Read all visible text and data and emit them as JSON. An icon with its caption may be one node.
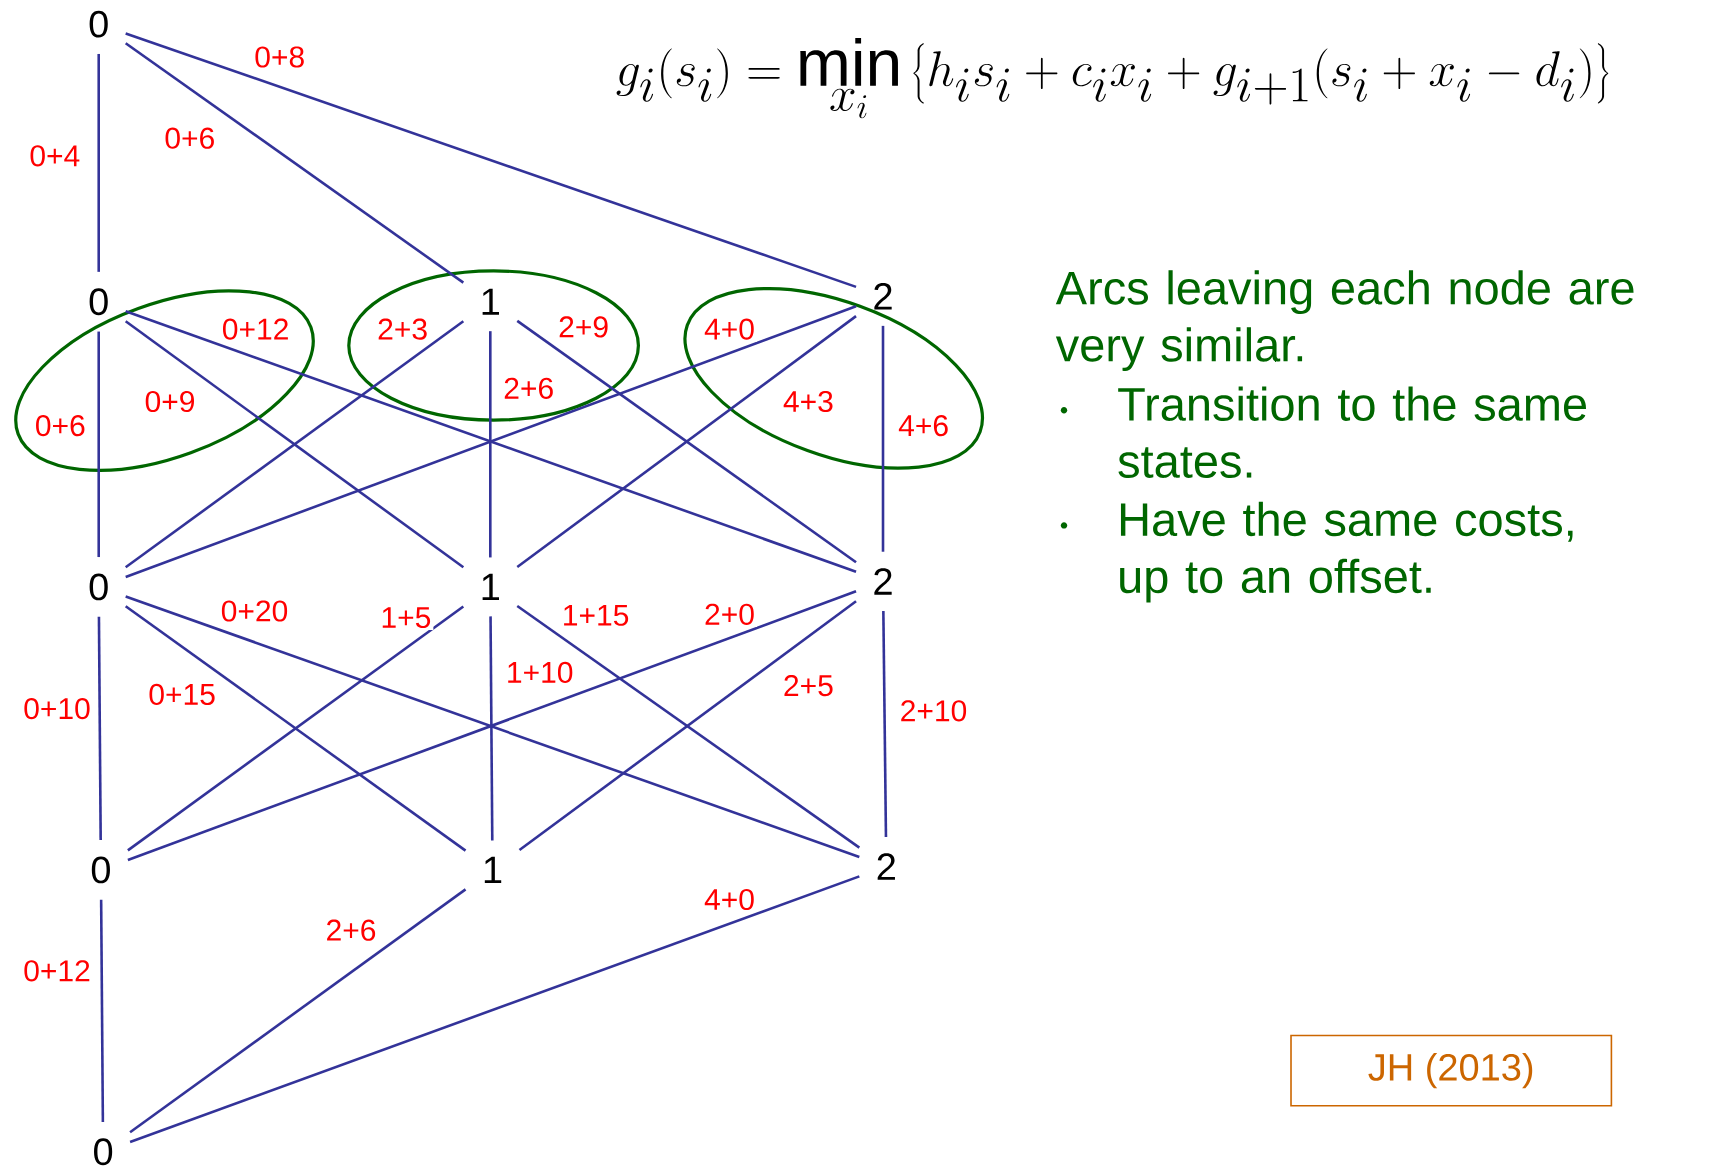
{
  "diagram": {
    "nodes": [
      {
        "text": [
          "0"
        ]
      },
      {
        "text": [
          "0"
        ]
      },
      {
        "text": [
          "1"
        ]
      },
      {
        "text": [
          "2"
        ]
      },
      {
        "text": [
          "0"
        ]
      },
      {
        "text": [
          "1"
        ]
      },
      {
        "text": [
          "2"
        ]
      },
      {
        "text": [
          "0"
        ]
      },
      {
        "text": [
          "1"
        ]
      },
      {
        "text": [
          "2"
        ]
      },
      {
        "text": [
          "0"
        ]
      },
      {
        "text": [
          "JH (2013)"
        ]
      }
    ],
    "edges": [
      {
        "from": 0,
        "to": 1,
        "arrow": "none",
        "label": "0+4"
      },
      {
        "from": 0,
        "to": 2,
        "arrow": "none",
        "label": "0+6"
      },
      {
        "from": 0,
        "to": 3,
        "arrow": "none",
        "label": "0+8"
      },
      {
        "from": 1,
        "to": 4,
        "arrow": "none",
        "label": "0+6"
      },
      {
        "from": 1,
        "to": 5,
        "arrow": "none",
        "label": "0+9"
      },
      {
        "from": 1,
        "to": 6,
        "arrow": "none",
        "label": "0+12"
      },
      {
        "from": 2,
        "to": 4,
        "arrow": "none",
        "label": "2+3"
      },
      {
        "from": 2,
        "to": 5,
        "arrow": "none",
        "label": "2+6"
      },
      {
        "from": 2,
        "to": 6,
        "arrow": "none",
        "label": "2+9"
      },
      {
        "from": 3,
        "to": 4,
        "arrow": "none",
        "label": "4+0"
      },
      {
        "from": 3,
        "to": 5,
        "arrow": "none",
        "label": "4+3"
      },
      {
        "from": 3,
        "to": 6,
        "arrow": "none",
        "label": "4+6"
      },
      {
        "from": 4,
        "to": 7,
        "arrow": "none",
        "label": "0+10"
      },
      {
        "from": 4,
        "to": 8,
        "arrow": "none",
        "label": "0+15"
      },
      {
        "from": 4,
        "to": 9,
        "arrow": "none",
        "label": "0+20"
      },
      {
        "from": 5,
        "to": 7,
        "arrow": "none",
        "label": "1+5"
      },
      {
        "from": 5,
        "to": 8,
        "arrow": "none",
        "label": "1+10"
      },
      {
        "from": 5,
        "to": 9,
        "arrow": "none",
        "label": "1+15"
      },
      {
        "from": 6,
        "to": 7,
        "arrow": "none",
        "label": "2+0"
      },
      {
        "from": 6,
        "to": 8,
        "arrow": "none",
        "label": "2+5"
      },
      {
        "from": 6,
        "to": 9,
        "arrow": "none",
        "label": "2+10"
      },
      {
        "from": 7,
        "to": 10,
        "arrow": "none",
        "label": "0+12"
      },
      {
        "from": 8,
        "to": 10,
        "arrow": "none",
        "label": "2+6"
      },
      {
        "from": 9,
        "to": 10,
        "arrow": "none",
        "label": "4+0"
      }
    ],
    "labels": [
      "g_i(s_i) = \\min_{x_i} \\left\\{ h_i s_i + c_i x_i + g_{i+1}(s_i + x_i - d_i) \\right\\}",
      "Arcs leaving each node are very similar.",
      "Transition to the same states.",
      "Have the same costs, up to an offset."
    ]
  }
}
